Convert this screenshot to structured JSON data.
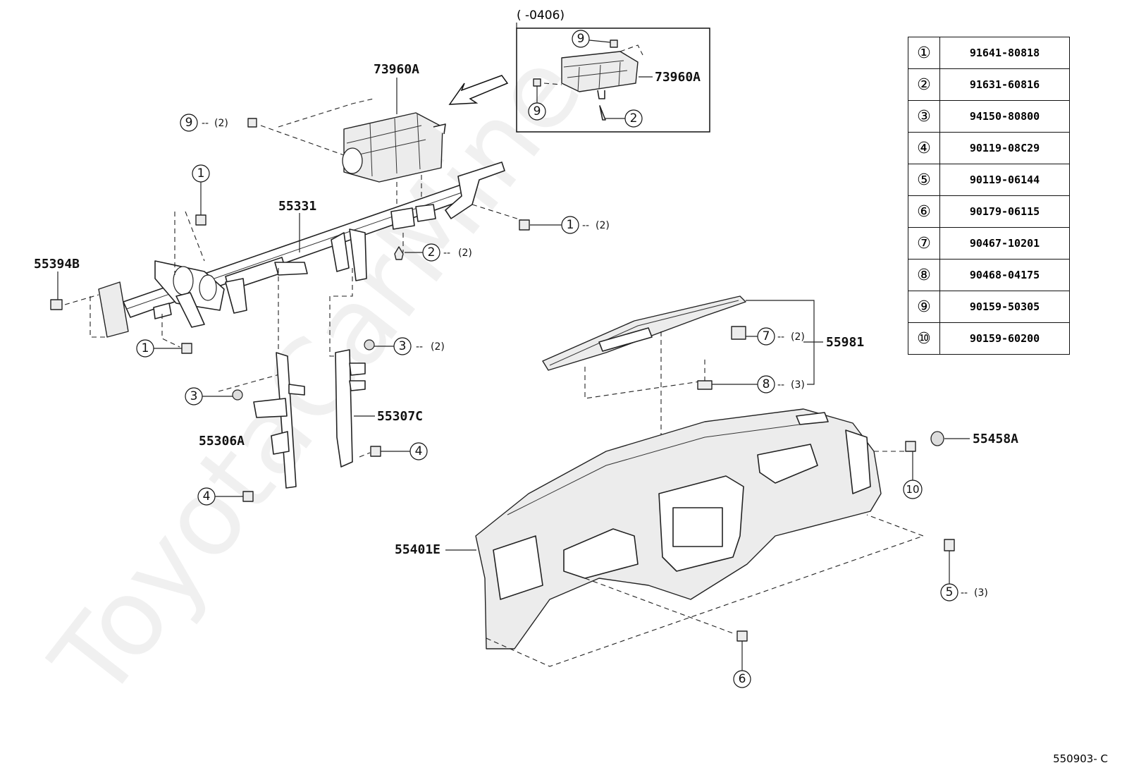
{
  "watermark": "ToyotaCarMine",
  "inset": {
    "range_label": "(      -0406)"
  },
  "part_labels": {
    "airbag_main": "73960A",
    "airbag_inset": "73960A",
    "reinforcement": "55331",
    "bracket_left": "55394B",
    "brace_center": "55306A",
    "brace_right": "55307C",
    "defroster": "55981",
    "panel": "55401E",
    "cushion": "55458A"
  },
  "callouts": {
    "c9_main": {
      "num": "9",
      "qty": "(2)"
    },
    "c1_top": {
      "num": "1",
      "qty": ""
    },
    "c1_right": {
      "num": "1",
      "qty": "(2)"
    },
    "c2_main": {
      "num": "2",
      "qty": "(2)"
    },
    "c1_bottom": {
      "num": "1",
      "qty": ""
    },
    "c3_right": {
      "num": "3",
      "qty": "(2)"
    },
    "c3_left": {
      "num": "3",
      "qty": ""
    },
    "c4_right": {
      "num": "4",
      "qty": ""
    },
    "c4_left": {
      "num": "4",
      "qty": ""
    },
    "c7": {
      "num": "7",
      "qty": "(2)"
    },
    "c8": {
      "num": "8",
      "qty": "(3)"
    },
    "c10": {
      "num": "10",
      "qty": ""
    },
    "c5": {
      "num": "5",
      "qty": "(3)"
    },
    "c6": {
      "num": "6",
      "qty": ""
    },
    "c9_inset": {
      "num": "9",
      "qty": ""
    },
    "c9_inset_top": {
      "num": "9",
      "qty": ""
    },
    "c2_inset": {
      "num": "2",
      "qty": ""
    }
  },
  "legend": [
    {
      "num": "①",
      "code": "91641-80818"
    },
    {
      "num": "②",
      "code": "91631-60816"
    },
    {
      "num": "③",
      "code": "94150-80800"
    },
    {
      "num": "④",
      "code": "90119-08C29"
    },
    {
      "num": "⑤",
      "code": "90119-06144"
    },
    {
      "num": "⑥",
      "code": "90179-06115"
    },
    {
      "num": "⑦",
      "code": "90467-10201"
    },
    {
      "num": "⑧",
      "code": "90468-04175"
    },
    {
      "num": "⑨",
      "code": "90159-50305"
    },
    {
      "num": "⑩",
      "code": "90159-60200"
    }
  ],
  "diagram_code": "550903- C"
}
